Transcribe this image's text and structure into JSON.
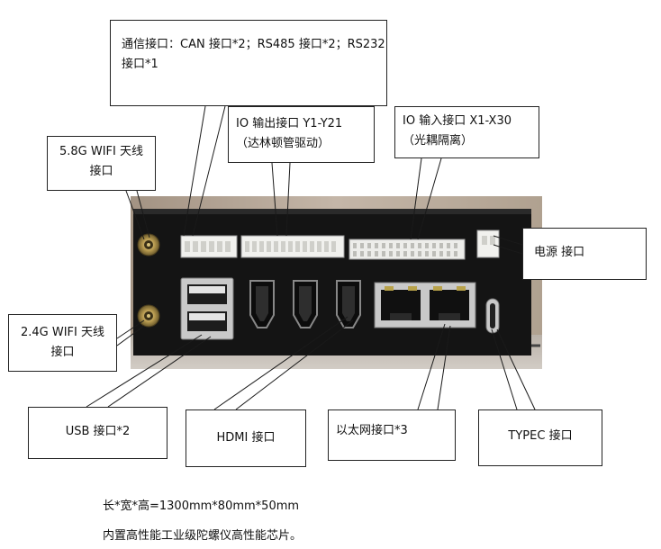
{
  "labels": {
    "comm_line1": "通信接口：CAN 接口*2；RS485 接口*2；RS232",
    "comm_line2": "接口*1",
    "io_out_line1": "IO 输出接口 Y1-Y21",
    "io_out_line2": "（达林顿管驱动）",
    "io_in_line1": "IO 输入接口 X1-X30",
    "io_in_line2": "（光耦隔离）",
    "wifi58_line1": "5.8G WIFI 天线",
    "wifi58_line2": "接口",
    "power": "电源  接口",
    "wifi24_line1": "2.4G WIFI 天线",
    "wifi24_line2": "接口",
    "usb": "USB 接口*2",
    "hdmi": "HDMI 接口",
    "ethernet": "以太网接口*3",
    "typec": "TYPEC 接口"
  },
  "notes": {
    "dimensions": "长*宽*高=1300mm*80mm*50mm",
    "chip": "内置高性能工业级陀螺仪高性能芯片。"
  },
  "colors": {
    "device_body": "#141414",
    "background_photo": "#b9a99b",
    "port_metal": "#c9c9c9",
    "terminal_white": "#f1f1ee",
    "callout_line": "#1a1a1a"
  }
}
